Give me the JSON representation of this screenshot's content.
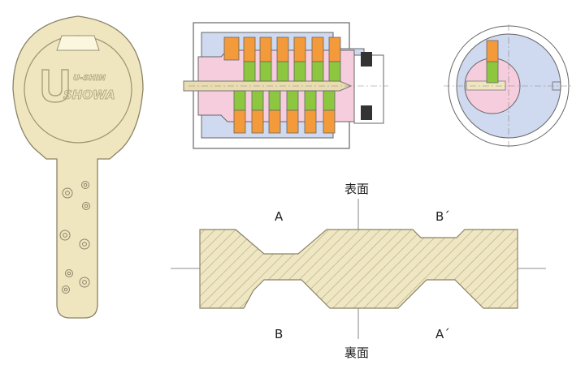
{
  "key": {
    "brand_top": "U-SHIN",
    "brand_bottom": "SHOWA",
    "colors": {
      "fill": "#efe6c0",
      "stroke": "#8a8266",
      "window": "#fbf7df"
    }
  },
  "cylinder": {
    "colors": {
      "body": "#cfd9ef",
      "plug": "#f6cddd",
      "pin_orange": "#f39a3a",
      "pin_green": "#8dc63f",
      "key_blade": "#e8dcb0",
      "outline": "#666666"
    }
  },
  "cross_section": {
    "top_face_label": "表面",
    "bottom_face_label": "裏面",
    "labels": {
      "a": "A",
      "b_prime": "B´",
      "b": "B",
      "a_prime": "A´"
    },
    "colors": {
      "fill": "#efe7c4",
      "hatch": "#b3a774",
      "stroke": "#8a8266",
      "axis": "#666666"
    }
  }
}
